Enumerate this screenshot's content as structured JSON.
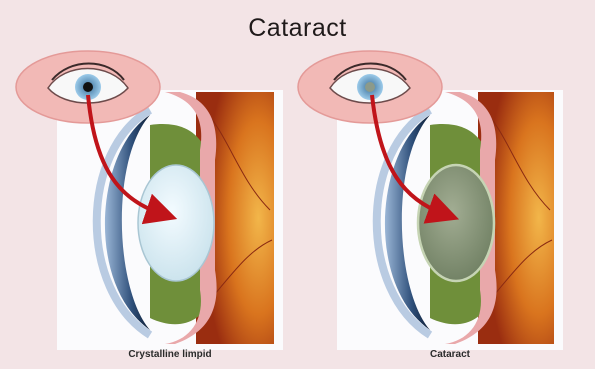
{
  "title": "Cataract",
  "captions": {
    "left": "Crystalline limpid",
    "right": "Cataract"
  },
  "colors": {
    "background": "#f3e4e6",
    "eye_outer": "#f2b9b6",
    "iris": "#7fb4d8",
    "lens_clear": "#d9ecf3",
    "lens_cloudy": "#8a9a7a",
    "arrow": "#c0141a",
    "retina": "#d9741e"
  },
  "icons": {
    "eye_front": "eye-front-view-icon",
    "eye_cross_section": "eye-cross-section-icon",
    "arrow": "red-arrow-icon"
  }
}
